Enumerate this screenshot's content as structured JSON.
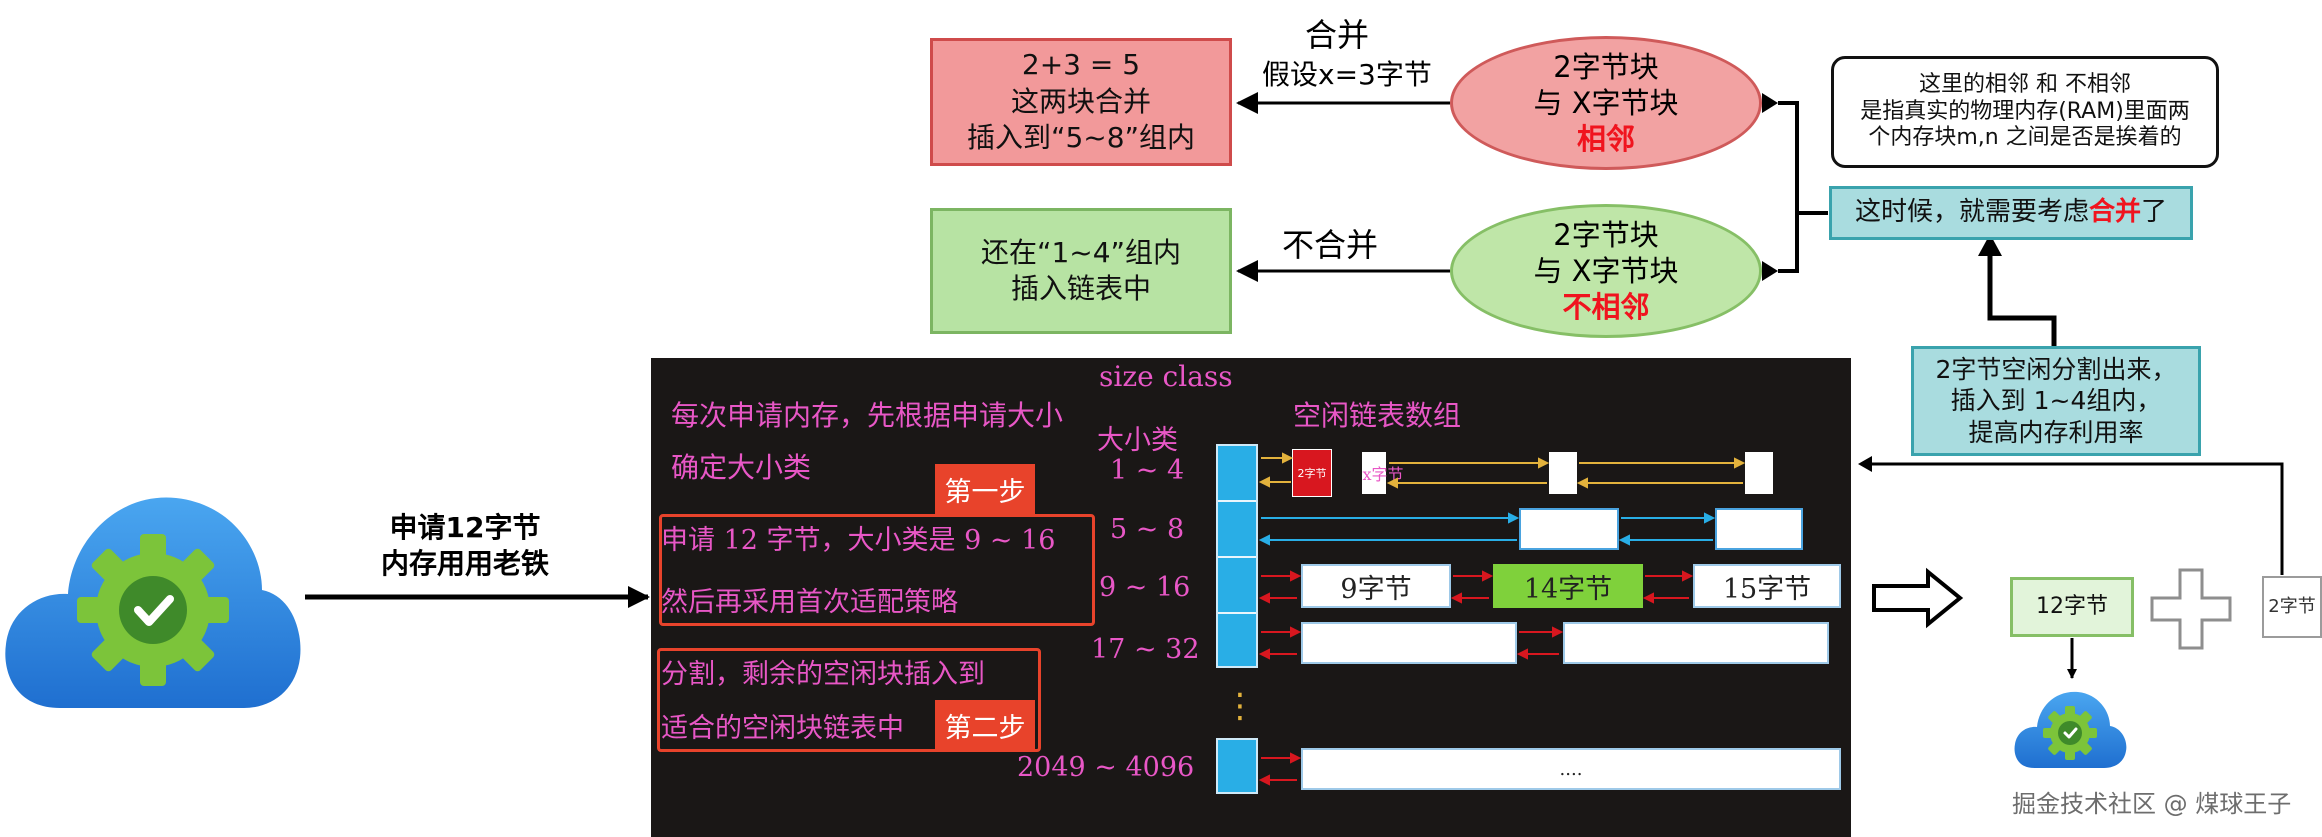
{
  "user": {
    "label_line1": "申请12字节",
    "label_line2": "内存用用老铁"
  },
  "top": {
    "merge_label": "合并",
    "merge_assume": "假设x=3字节",
    "nomerge_label": "不合并",
    "red_box": {
      "line1": "2+3 = 5",
      "line2": "这两块合并",
      "line3": "插入到“5~8”组内"
    },
    "green_box": {
      "line1": "还在“1~4”组内",
      "line2": "插入链表中"
    },
    "ellipse_adjacent": {
      "line1": "2字节块",
      "line2": "与 X字节块",
      "line3": "相邻"
    },
    "ellipse_not_adjacent": {
      "line1": "2字节块",
      "line2": "与 X字节块",
      "line3": "不相邻"
    },
    "note": {
      "line1": "这里的相邻 和 不相邻",
      "line2": "是指真实的物理内存(RAM)里面两",
      "line3": "个内存块m,n 之间是否是挨着的"
    },
    "consider": {
      "prefix": "这时候，就需要考虑",
      "highlight": "合并",
      "suffix": "了"
    },
    "split_box": {
      "line1": "2字节空闲分割出来，",
      "line2": "插入到 1~4组内，",
      "line3": "提高内存利用率"
    }
  },
  "panel": {
    "size_class_title": "size class",
    "size_class_cn": "大小类",
    "free_list_title": "空闲链表数组",
    "intro_line1": "每次申请内存，先根据申请大小",
    "intro_line2": "确定大小类",
    "step1_badge": "第一步",
    "step1_line1": "申请 12 字节，大小类是 9 ~ 16",
    "step1_line2": "然后再采用首次适配策略",
    "step2_line1": "分割，剩余的空闲块插入到",
    "step2_line2": "适合的空闲块链表中",
    "step2_badge": "第二步",
    "classes": [
      "1 ~ 4",
      "5 ~ 8",
      "9 ~ 16",
      "17 ~ 32",
      "2049 ~ 4096"
    ],
    "vdots": "⋮",
    "row1_block_2": "2字节",
    "row1_block_x": "x字节",
    "row3_blocks": [
      "9字节",
      "14字节",
      "15字节"
    ],
    "last_row_text": "....",
    "colors": {
      "background": "#1a1716",
      "pink": "#e857c6",
      "array": "#29aee6",
      "highlight_green": "#7fd13b",
      "red_block": "#d8171f"
    }
  },
  "result": {
    "block_12": "12字节",
    "plus": "+",
    "block_2": "2字节"
  },
  "watermark": "掘金技术社区 @ 煤球王子",
  "icons": {
    "cloud": "cloud-gear-icon",
    "check": "check-icon"
  }
}
